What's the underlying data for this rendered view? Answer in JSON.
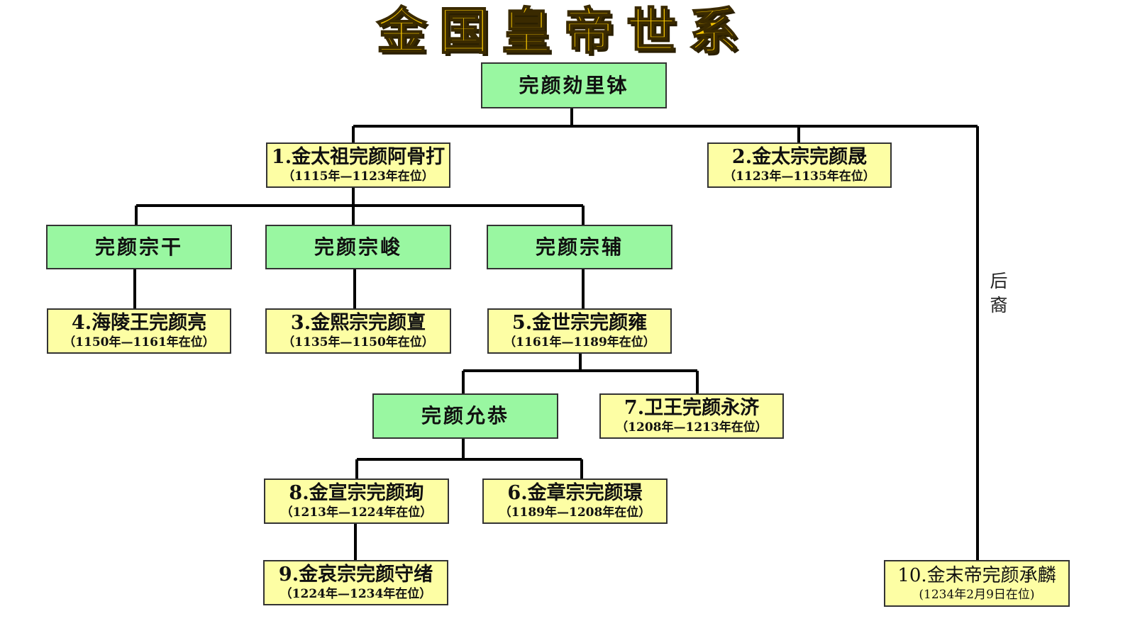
{
  "title": "金国皇帝世系",
  "root": {
    "name": "完颜劾里钵"
  },
  "nodes": {
    "e1": {
      "name": "1.金太祖完颜阿骨打",
      "reign": "（1115年—1123年在位）"
    },
    "e2": {
      "name": "2.金太宗完颜晟",
      "reign": "（1123年—1135年在位）"
    },
    "zonggan": {
      "name": "完颜宗干"
    },
    "zongjun": {
      "name": "完颜宗峻"
    },
    "zongfu": {
      "name": "完颜宗辅"
    },
    "e4": {
      "name": "4.海陵王完颜亮",
      "reign": "（1150年—1161年在位）"
    },
    "e3": {
      "name": "3.金熙宗完颜亶",
      "reign": "（1135年—1150年在位）"
    },
    "e5": {
      "name": "5.金世宗完颜雍",
      "reign": "（1161年—1189年在位）"
    },
    "yungong": {
      "name": "完颜允恭"
    },
    "e7": {
      "name": "7.卫王完颜永济",
      "reign": "（1208年—1213年在位）"
    },
    "e8": {
      "name": "8.金宣宗完颜珣",
      "reign": "（1213年—1224年在位）"
    },
    "e6": {
      "name": "6.金章宗完颜璟",
      "reign": "（1189年—1208年在位）"
    },
    "e9": {
      "name": "9.金哀宗完颜守绪",
      "reign": "（1224年—1234年在位）"
    },
    "e10": {
      "name": "10.金末帝完颜承麟",
      "reign": "(1234年2月9日在位)"
    }
  },
  "descendant_label": "后裔",
  "colors": {
    "ancestor": "#99f7a1",
    "emperor": "#fdfea4",
    "title": "#f5c400"
  }
}
